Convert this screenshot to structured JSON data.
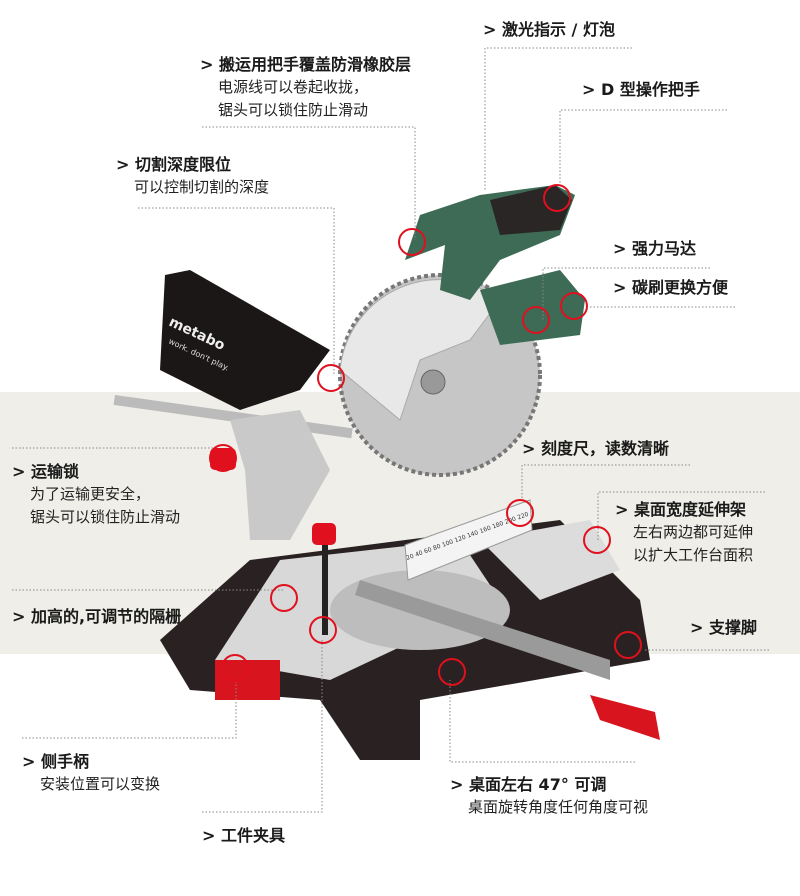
{
  "brand": "metabo",
  "brand_slogan": "work. don't play.",
  "colors": {
    "accent_red": "#e0101e",
    "motor_green": "#3d6b55",
    "leader": "#888888",
    "band": "#efeee8"
  },
  "scale_numbers": "20 40 60 80 100 120 140 160 180 200 220",
  "features": [
    {
      "title": "激光指示 / 灯泡",
      "lines": []
    },
    {
      "title": "搬运用把手覆盖防滑橡胶层",
      "lines": [
        "电源线可以卷起收拢，",
        "锯头可以锁住防止滑动"
      ]
    },
    {
      "title": "D 型操作把手",
      "lines": []
    },
    {
      "title": "切割深度限位",
      "lines": [
        "可以控制切割的深度"
      ]
    },
    {
      "title": "强力马达",
      "lines": []
    },
    {
      "title": "碳刷更换方便",
      "lines": []
    },
    {
      "title": "刻度尺，读数清晰",
      "lines": []
    },
    {
      "title": "运输锁",
      "lines": [
        "为了运输更安全，",
        "锯头可以锁住防止滑动"
      ]
    },
    {
      "title": "桌面宽度延伸架",
      "lines": [
        "左右两边都可延伸",
        "以扩大工作台面积"
      ]
    },
    {
      "title": "加高的,可调节的隔栅",
      "lines": []
    },
    {
      "title": "支撑脚",
      "lines": []
    },
    {
      "title": "侧手柄",
      "lines": [
        "安装位置可以变换"
      ]
    },
    {
      "title": "桌面左右 47°  可调",
      "lines": [
        "桌面旋转角度任何角度可视"
      ]
    },
    {
      "title": "工件夹具",
      "lines": []
    }
  ]
}
